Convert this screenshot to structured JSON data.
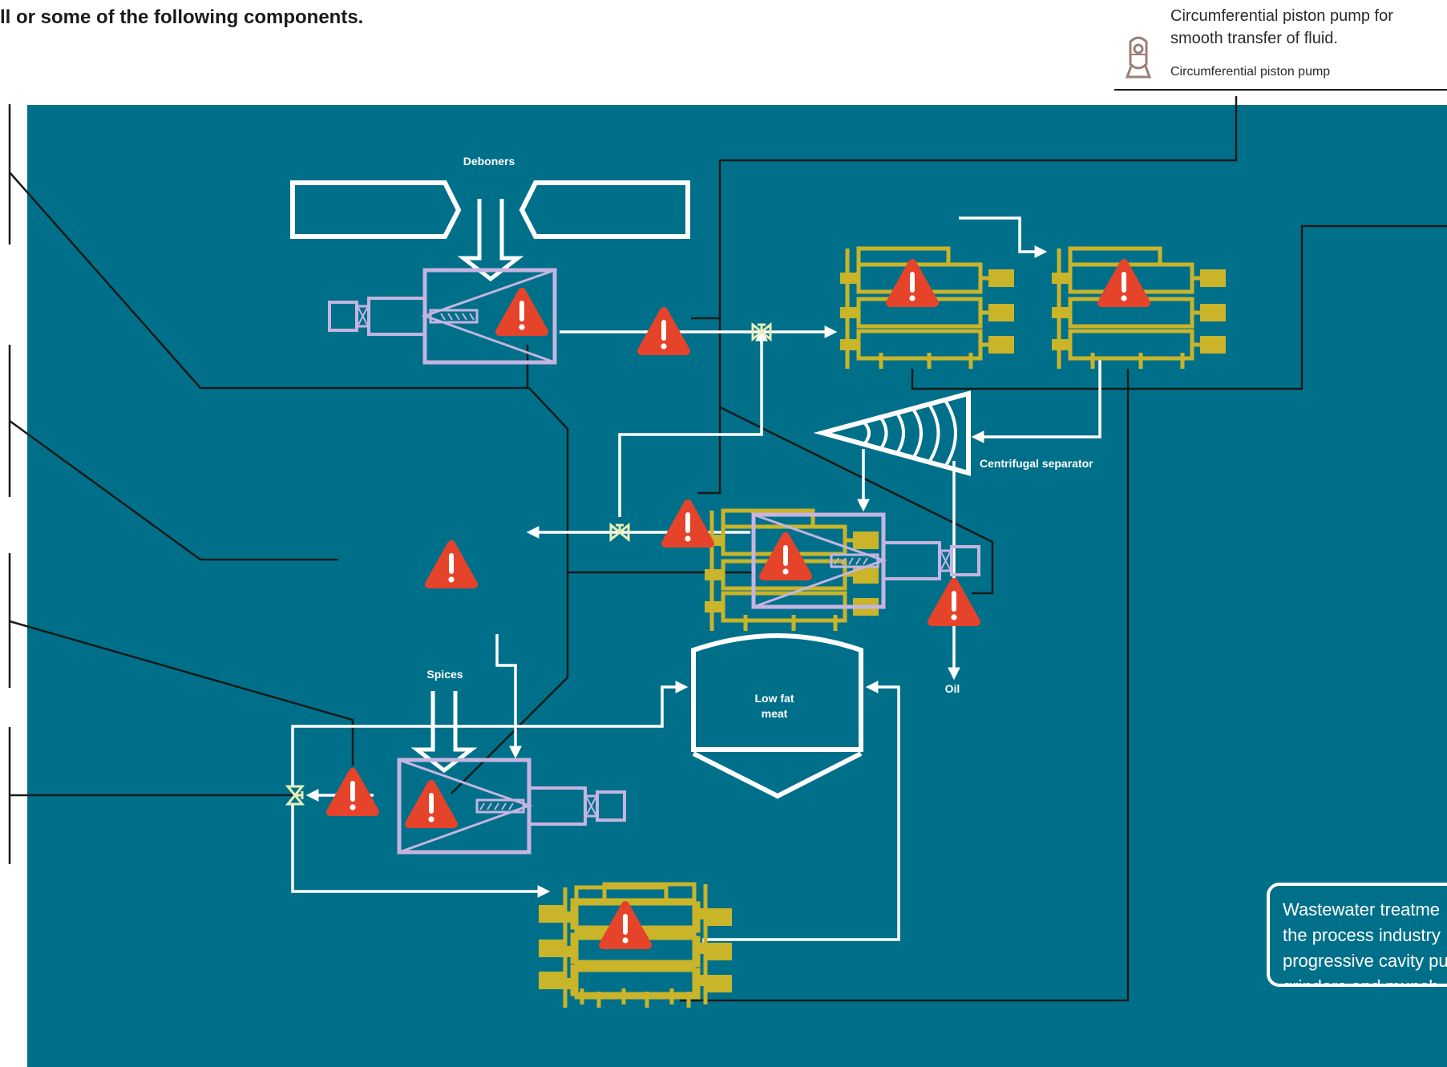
{
  "heading": "ll or some of the following components.",
  "legend": {
    "caption_line1": "Circumferential piston pump for",
    "caption_line2": "smooth transfer of fluid.",
    "icon_name": "circumferential-piston-pump-icon",
    "label": "Circumferential piston pump"
  },
  "diagram": {
    "labels": {
      "deboners": "Deboners",
      "centrifugal_separator": "Centrifugal separator",
      "spices": "Spices",
      "oil": "Oil",
      "tank_line1": "Low fat",
      "tank_line2": "meat"
    },
    "icons": [
      "warning-icon",
      "grinder-icon",
      "piston-pump-icon",
      "valve-icon",
      "centrifugal-separator-icon",
      "tank-icon",
      "hopper-icon"
    ],
    "colors": {
      "background": "#00708a",
      "grinder": "#c9b42a",
      "pump": "#c4b5e0",
      "warning": "#e5432a",
      "valve": "#e6efb8",
      "flow": "#ffffff",
      "leader": "#1a1a1a"
    }
  },
  "info_box": {
    "line1": "Wastewater treatme",
    "line2": "the process industry",
    "line3": "progressive cavity pu",
    "line4": "grinders and munch"
  }
}
